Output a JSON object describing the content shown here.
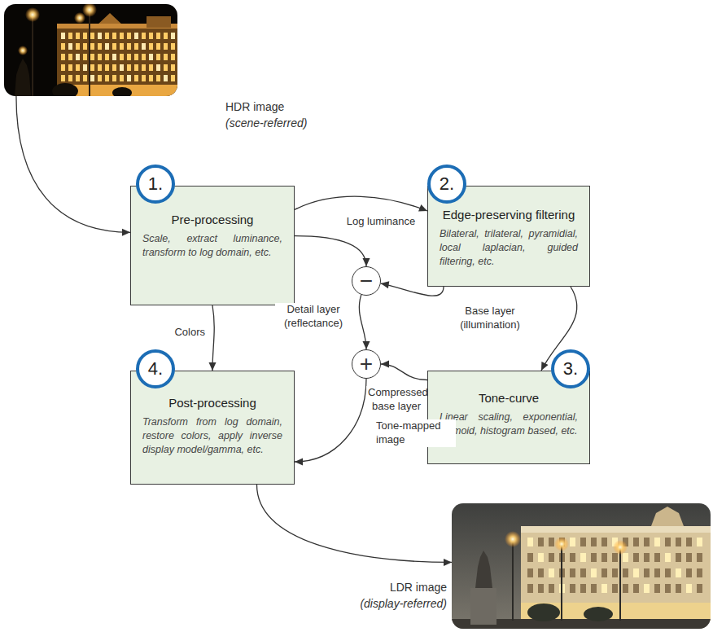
{
  "diagram": {
    "nodes": [
      {
        "text": [
          "HDR image",
          "(scene-referred)"
        ]
      },
      {
        "text": [
          "Pre-processing",
          "Scale, extract luminance, transform to log domain, etc."
        ]
      },
      {
        "text": [
          "1."
        ],
        "in": 1
      },
      {
        "text": [
          "Edge-preserving filtering",
          "Bilateral, trilateral, pyramidial, local laplacian, guided filtering, etc."
        ]
      },
      {
        "text": [
          "2."
        ],
        "in": 3
      },
      {
        "text": [
          "−"
        ]
      },
      {
        "text": [
          "+"
        ]
      },
      {
        "text": [
          "Post-processing",
          "Transform from log domain, restore colors, apply inverse display model/gamma, etc."
        ]
      },
      {
        "text": [
          "4."
        ],
        "in": 7
      },
      {
        "text": [
          "Tone-curve",
          "Linear scaling, exponential, sigmoid, histogram based, etc."
        ]
      },
      {
        "text": [
          "3."
        ],
        "in": 9
      },
      {
        "text": [
          "LDR image",
          "(display-referred)"
        ]
      }
    ],
    "edges": [
      {
        "from": 0,
        "to": 1,
        "arrow": "to"
      },
      {
        "from": 1,
        "to": 3,
        "label": "Log luminance",
        "arrow": "to"
      },
      {
        "from": 1,
        "to": 5,
        "arrow": "to"
      },
      {
        "from": 3,
        "to": 5,
        "arrow": "to"
      },
      {
        "from": 3,
        "to": 9,
        "label": "Base layer (illumination)",
        "arrow": "to"
      },
      {
        "from": 5,
        "to": 6,
        "label": "Detail layer (reflectance)",
        "arrow": "to"
      },
      {
        "from": 9,
        "to": 6,
        "label": "Compressed base layer",
        "arrow": "to"
      },
      {
        "from": 6,
        "to": 7,
        "label": "Tone-mapped image",
        "arrow": "to"
      },
      {
        "from": 1,
        "to": 7,
        "label": "Colors",
        "arrow": "to"
      },
      {
        "from": 7,
        "to": 11,
        "arrow": "to"
      }
    ]
  }
}
